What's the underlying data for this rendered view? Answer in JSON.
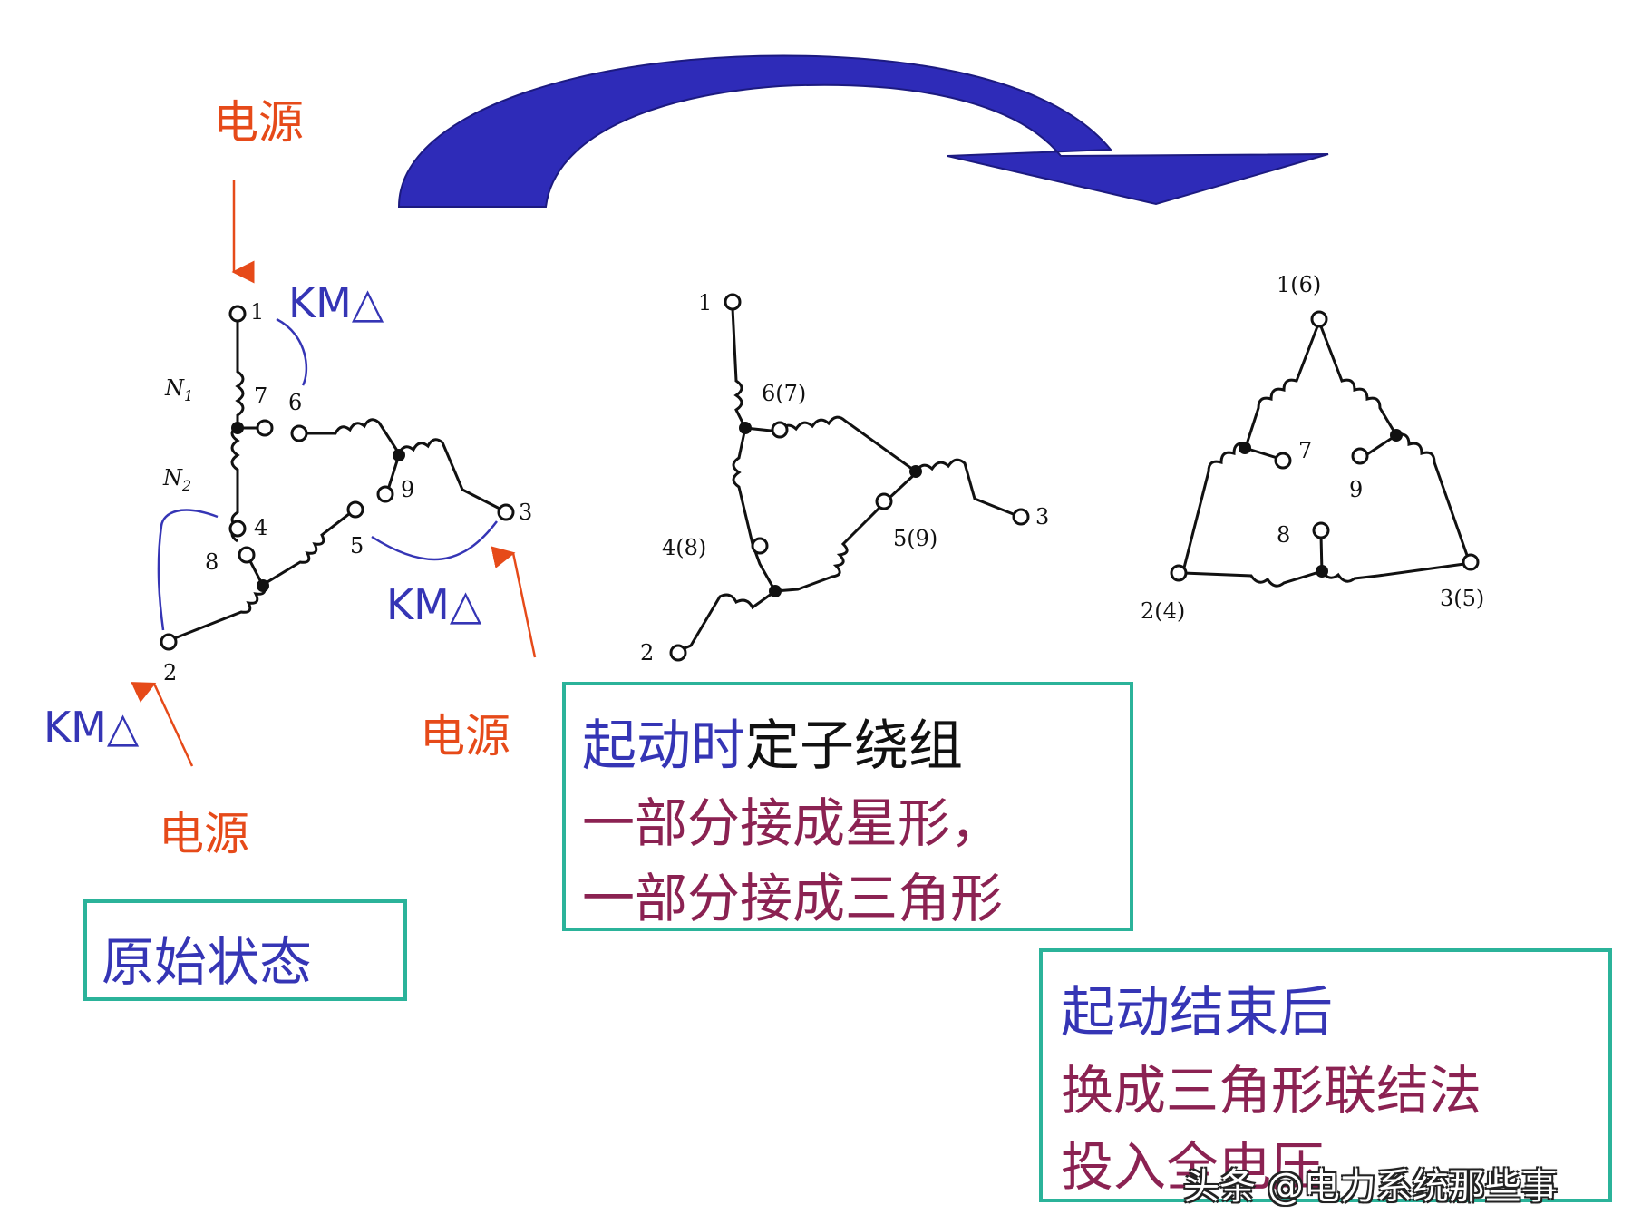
{
  "labels": {
    "power_source": "电源",
    "km_delta": "KM△"
  },
  "diagram1": {
    "terminals": [
      "1",
      "7",
      "6",
      "9",
      "3",
      "5",
      "4",
      "8",
      "2"
    ],
    "coils": [
      "N",
      "N"
    ],
    "coil_subscripts": [
      "1",
      "2"
    ]
  },
  "diagram2": {
    "terminals": [
      "1",
      "6(7)",
      "3",
      "5(9)",
      "4(8)",
      "2"
    ]
  },
  "diagram3": {
    "terminals": [
      "1(6)",
      "7",
      "9",
      "8",
      "2(4)",
      "3(5)"
    ]
  },
  "box_original": {
    "text": "原始状态"
  },
  "box_start": {
    "line1_blue": "起动时",
    "line1_black": "定子绕组",
    "line2": "一部分接成星形，",
    "line3": "一部分接成三角形"
  },
  "box_end": {
    "line1": "起动结束后",
    "line2": "换成三角形联结法",
    "line3": "投入全电压"
  },
  "watermark": "头条 @电力系统那些事",
  "colors": {
    "arrow_blue": "#2e2bb8",
    "text_blue": "#3535b5",
    "text_orange": "#e64a19",
    "text_purple": "#8b2252",
    "box_border": "#2bb39a"
  }
}
